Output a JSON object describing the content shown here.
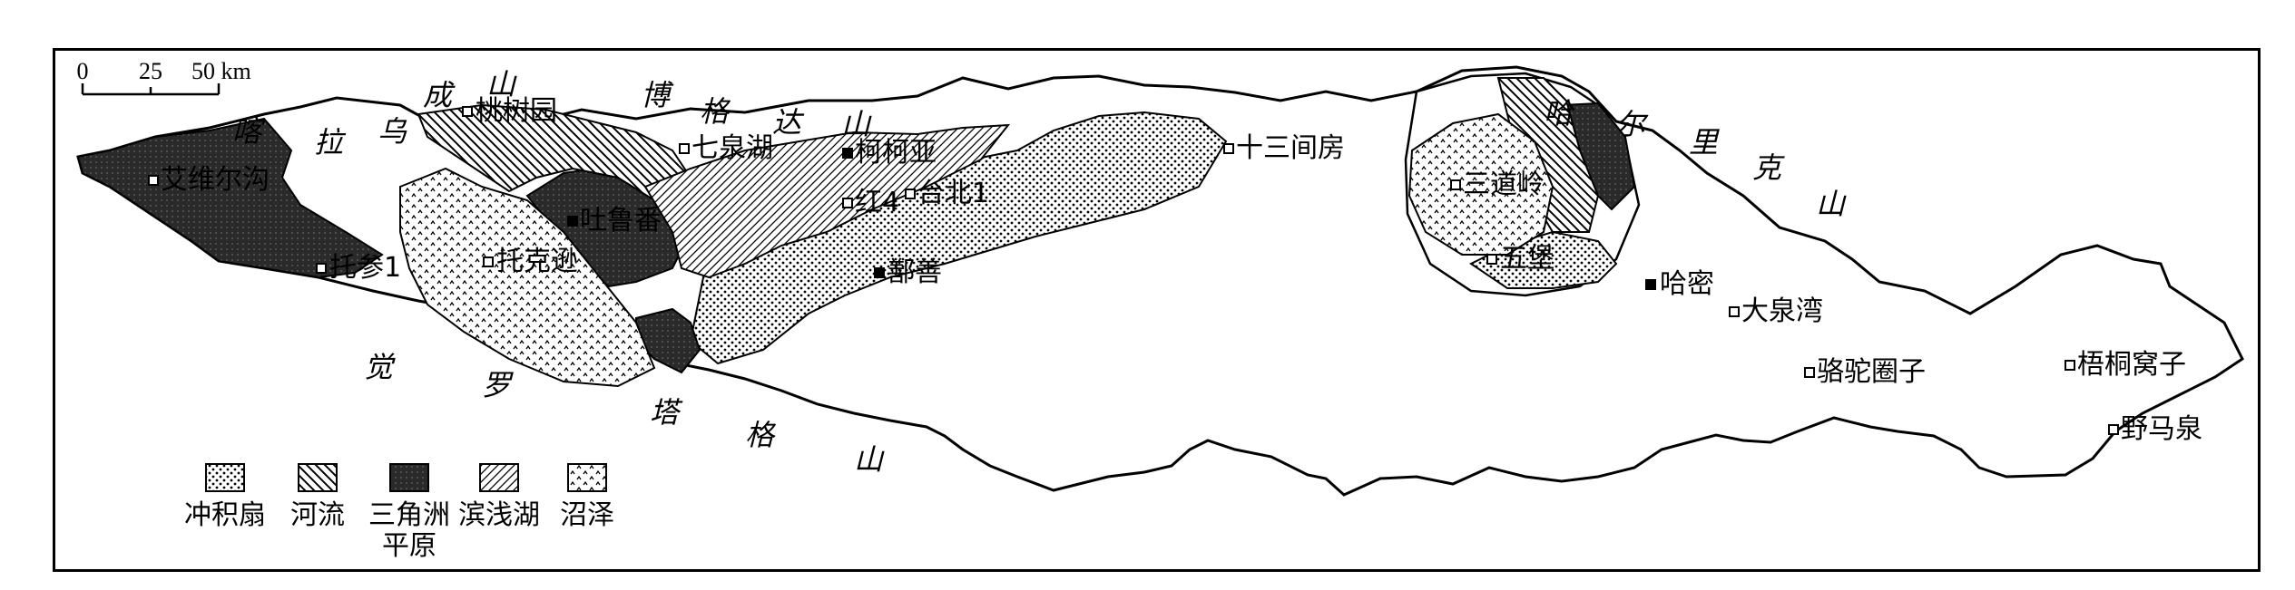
{
  "scale_bar": {
    "ticks": [
      "0",
      "25",
      "50 km"
    ]
  },
  "mountains": [
    {
      "id": "bogda",
      "chars": [
        "博",
        "格",
        "达",
        "山"
      ]
    },
    {
      "id": "karawucheng",
      "chars": [
        "喀",
        "拉",
        "乌",
        "成",
        "山"
      ]
    },
    {
      "id": "jueluotage",
      "chars": [
        "觉",
        "罗",
        "塔",
        "格",
        "山"
      ]
    },
    {
      "id": "karlik",
      "chars": [
        "哈",
        "尔",
        "里",
        "克",
        "山"
      ]
    }
  ],
  "places": [
    {
      "id": "taoshuyuan",
      "name": "桃树园",
      "marker": "open"
    },
    {
      "id": "qiquanhu",
      "name": "七泉湖",
      "marker": "open"
    },
    {
      "id": "kekeya",
      "name": "柯柯亚",
      "marker": "filled"
    },
    {
      "id": "shisanjianfang",
      "name": "十三间房",
      "marker": "open"
    },
    {
      "id": "aiweiergou",
      "name": "艾维尔沟",
      "marker": "open"
    },
    {
      "id": "hong4",
      "name": "红4",
      "marker": "open"
    },
    {
      "id": "taibei1",
      "name": "台北1",
      "marker": "open"
    },
    {
      "id": "tulufan",
      "name": "吐鲁番",
      "marker": "filled"
    },
    {
      "id": "tuocan1",
      "name": "托参1",
      "marker": "open"
    },
    {
      "id": "tuokexun",
      "name": "托克逊",
      "marker": "open"
    },
    {
      "id": "shanshan",
      "name": "鄯善",
      "marker": "filled"
    },
    {
      "id": "sandaoling",
      "name": "三道岭",
      "marker": "open"
    },
    {
      "id": "wubao",
      "name": "五堡",
      "marker": "open"
    },
    {
      "id": "hami",
      "name": "哈密",
      "marker": "filled"
    },
    {
      "id": "daquanwan",
      "name": "大泉湾",
      "marker": "open"
    },
    {
      "id": "luotuoquanzi",
      "name": "骆驼圈子",
      "marker": "open"
    },
    {
      "id": "wutongwozi",
      "name": "梧桐窝子",
      "marker": "open"
    },
    {
      "id": "yemaquan",
      "name": "野马泉",
      "marker": "open"
    }
  ],
  "legend": [
    {
      "id": "alluvial-fan",
      "label": [
        "冲积扇"
      ],
      "pattern": "dots"
    },
    {
      "id": "river",
      "label": [
        "河流"
      ],
      "pattern": "backslash"
    },
    {
      "id": "delta-plain",
      "label": [
        "三角洲",
        "平原"
      ],
      "pattern": "dark"
    },
    {
      "id": "shore-shallow-lake",
      "label": [
        "滨浅湖"
      ],
      "pattern": "slash"
    },
    {
      "id": "swamp",
      "label": [
        "沼泽"
      ],
      "pattern": "swamp"
    }
  ],
  "colors": {
    "ink": "#000000",
    "background": "#ffffff",
    "dark_fill": "#2a2a2a"
  }
}
